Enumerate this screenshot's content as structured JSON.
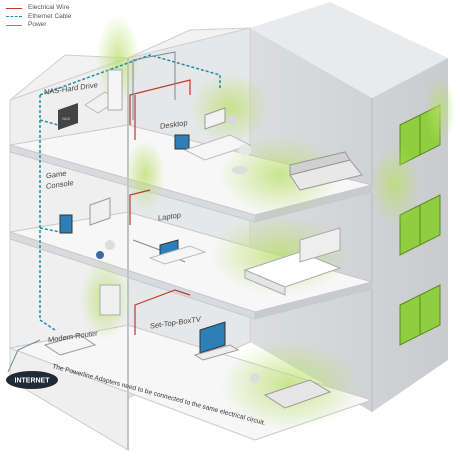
{
  "legend": {
    "electrical_wire": "Electrical Wire",
    "ethernet_cable": "Ethernet Cable",
    "power": "Power"
  },
  "rooms": {
    "nas": "NAS-Hard Drive",
    "desktop": "Desktop",
    "game_console_line1": "Game",
    "game_console_line2": "Console",
    "laptop": "Laptop",
    "modem_router": "Modem Router",
    "set_top_box": "Set-Top-BoxTV"
  },
  "internet_label": "INTERNET",
  "footer_note": "The Powerline Adapters need to be connected to the same electrical circuit.",
  "colors": {
    "electrical_wire": "#c0392b",
    "ethernet_cable": "#1a8fa8",
    "power": "#7a8a96",
    "glow": "#b9e06a",
    "window": "#8fcf3f"
  }
}
